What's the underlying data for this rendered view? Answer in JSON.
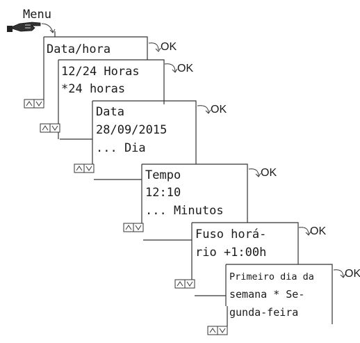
{
  "menu_label": "Menu",
  "ok_label": "OK",
  "screens": [
    {
      "lines": [
        "Data/hora"
      ]
    },
    {
      "lines": [
        "12/24 Horas",
        "*24 horas"
      ]
    },
    {
      "lines": [
        "Data",
        "28/09/2015",
        "... Dia"
      ]
    },
    {
      "lines": [
        "Tempo",
        "12:10",
        "... Minutos"
      ]
    },
    {
      "lines": [
        "Fuso horá-",
        "rio +1:00h"
      ]
    },
    {
      "lines": [
        "Primeiro dia da",
        "semana * Se-",
        "gunda-feira"
      ]
    }
  ],
  "icons": {
    "hand": "pointing-hand-icon",
    "up": "up-triangle-icon",
    "down": "down-triangle-icon",
    "curved_arrow": "curved-arrow-icon"
  }
}
